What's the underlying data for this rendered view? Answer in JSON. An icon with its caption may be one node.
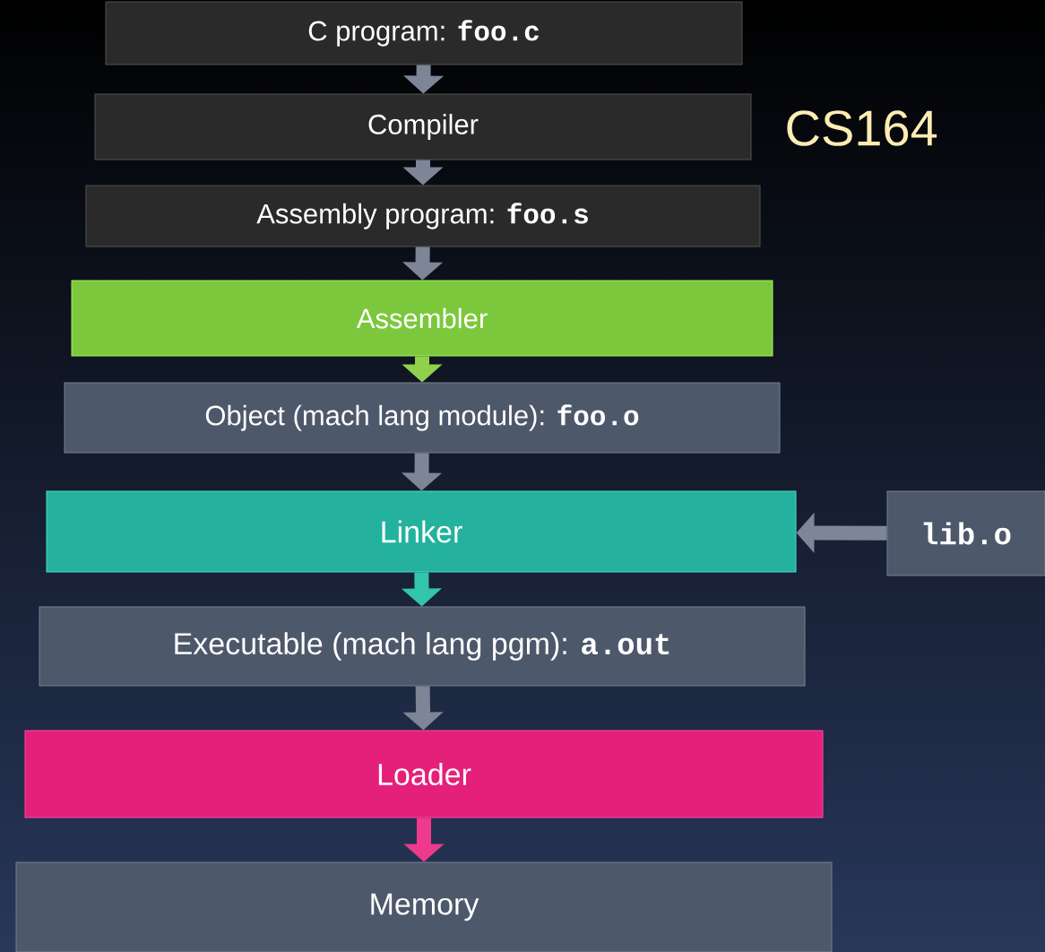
{
  "diagram": {
    "nodes": [
      {
        "text": [
          "C program: **foo.c**"
        ]
      },
      {
        "text": [
          "Compiler"
        ]
      },
      {
        "text": [
          "Assembly program: **foo.s**"
        ]
      },
      {
        "text": [
          "Assembler"
        ]
      },
      {
        "text": [
          "Object (mach lang module): **foo.o**"
        ]
      },
      {
        "text": [
          "Linker"
        ]
      },
      {
        "text": [
          "lib.o"
        ]
      },
      {
        "text": [
          "Executable (mach lang pgm): **a.out**"
        ]
      },
      {
        "text": [
          "Loader"
        ]
      },
      {
        "text": [
          "Memory"
        ]
      }
    ],
    "edges": [
      {
        "from": 0,
        "to": 1,
        "arrow": "to"
      },
      {
        "from": 1,
        "to": 2,
        "arrow": "to"
      },
      {
        "from": 2,
        "to": 3,
        "arrow": "to"
      },
      {
        "from": 3,
        "to": 4,
        "arrow": "to",
        "color": "#8fd14a"
      },
      {
        "from": 4,
        "to": 5,
        "arrow": "to"
      },
      {
        "from": 6,
        "to": 5,
        "arrow": "to"
      },
      {
        "from": 5,
        "to": 7,
        "arrow": "to",
        "color": "#33c4ae"
      },
      {
        "from": 7,
        "to": 8,
        "arrow": "to"
      },
      {
        "from": 8,
        "to": 9,
        "arrow": "to",
        "color": "#ee3a8c"
      }
    ],
    "labels": [
      "CS164"
    ]
  }
}
